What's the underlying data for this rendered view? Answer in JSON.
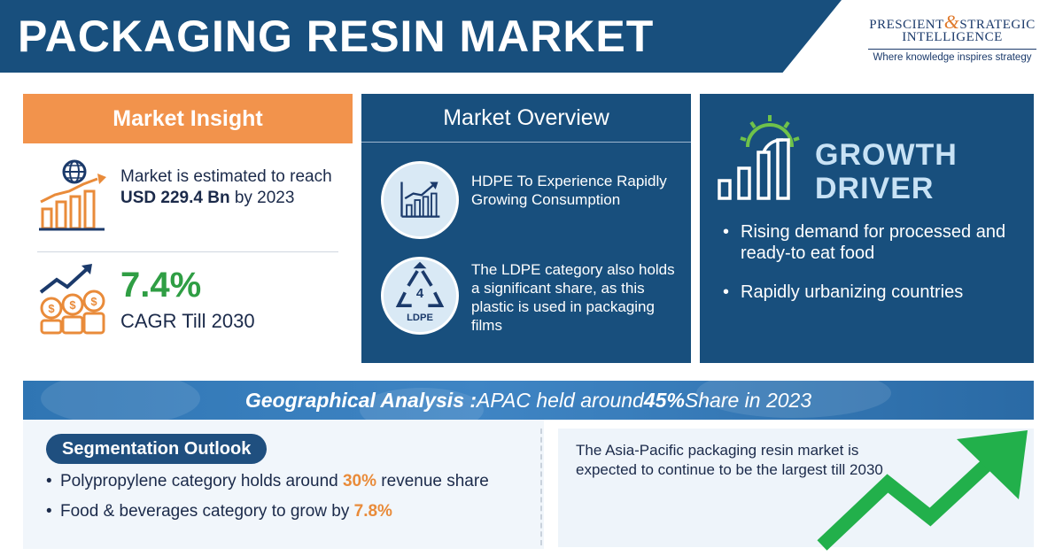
{
  "header": {
    "title": "PACKAGING RESIN MARKET",
    "logo_line1_a": "PRESCIENT",
    "logo_amp": "&",
    "logo_line1_b": "STRATEGIC",
    "logo_line2": "INTELLIGENCE",
    "logo_tagline": "Where knowledge inspires strategy"
  },
  "insight": {
    "heading": "Market Insight",
    "estimate_prefix": "Market is estimated to reach ",
    "estimate_value": "USD 229.4 Bn",
    "estimate_suffix": " by 2023",
    "cagr_value": "7.4%",
    "cagr_label": "CAGR Till 2030",
    "coin_symbol": "$"
  },
  "overview": {
    "heading": "Market Overview",
    "item1": "HDPE To Experience Rapidly Growing Consumption",
    "item2": "The LDPE category also holds a significant share, as this plastic is used in packaging films",
    "ldpe_number": "4",
    "ldpe_label": "LDPE"
  },
  "growth": {
    "title_line1": "GROWTH",
    "title_line2": "DRIVER",
    "items": [
      "Rising demand for processed and ready-to eat food",
      "Rapidly urbanizing countries"
    ]
  },
  "geo": {
    "label": "Geographical Analysis :",
    "text_prefix": " APAC held around ",
    "share": "45%",
    "text_suffix": " Share in 2023"
  },
  "segmentation": {
    "heading": "Segmentation Outlook",
    "item1_prefix": "Polypropylene category holds around ",
    "item1_value": "30%",
    "item1_suffix": " revenue share",
    "item2_prefix": "Food & beverages category to grow by ",
    "item2_value": "7.8%"
  },
  "asia_pacific": {
    "text": "The Asia-Pacific packaging resin market is expected to continue to be the largest till 2030"
  },
  "colors": {
    "navy": "#184f7d",
    "orange": "#f2934c",
    "green": "#2f9e44",
    "arrow_green": "#22b04b"
  },
  "icons": [
    "globe-chart-icon",
    "coins-trend-icon",
    "bar-chart-trend-icon",
    "ldpe-recycle-icon",
    "gear-bar-chart-icon",
    "green-up-arrow-icon"
  ]
}
